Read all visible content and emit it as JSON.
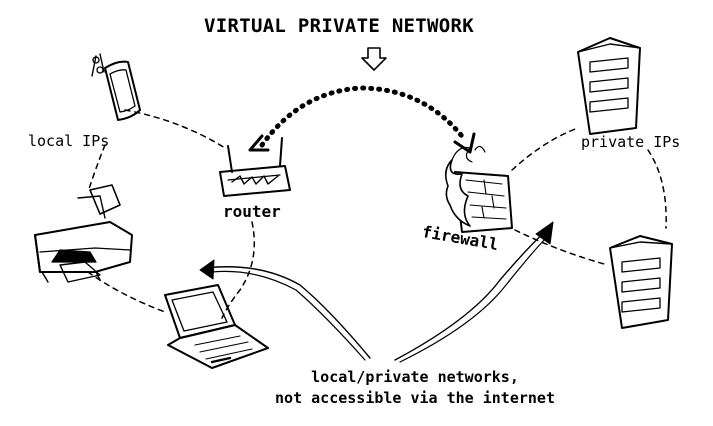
{
  "title": "VIRTUAL PRIVATE NETWORK",
  "labels": {
    "local_ips": "local IPs",
    "private_ips": "private IPs",
    "router": "router",
    "firewall": "firewall",
    "caption_line1": "local/private networks,",
    "caption_line2": "not accessible via the internet"
  },
  "icons": {
    "phone": "mobile-phone-icon",
    "printer": "printer-icon",
    "laptop": "laptop-icon",
    "router": "router-icon",
    "firewall": "firewall-icon",
    "server_top": "server-icon",
    "server_bottom": "server-icon",
    "title_arrow": "down-arrow-icon"
  },
  "colors": {
    "ink": "#000000",
    "background": "#ffffff"
  }
}
